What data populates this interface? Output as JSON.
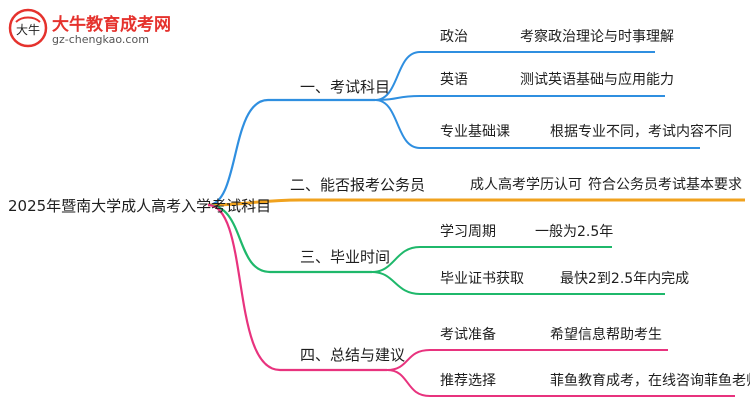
{
  "logo": {
    "name": "大牛教育成考网",
    "url": "gz-chengkao.com",
    "mark_text": "大牛"
  },
  "root": "2025年暨南大学成人高考入学考试科目",
  "branches": [
    {
      "label": "一、考试科目",
      "color": "#2f8fe0",
      "children": [
        {
          "label": "政治",
          "detail": "考察政治理论与时事理解"
        },
        {
          "label": "英语",
          "detail": "测试英语基础与应用能力"
        },
        {
          "label": "专业基础课",
          "detail": "根据专业不同，考试内容不同"
        }
      ]
    },
    {
      "label": "二、能否报考公务员",
      "color": "#f0a21e",
      "children": [
        {
          "label": "成人高考学历认可",
          "detail": "符合公务员考试基本要求"
        }
      ]
    },
    {
      "label": "三、毕业时间",
      "color": "#1fb86b",
      "children": [
        {
          "label": "学习周期",
          "detail": "一般为2.5年"
        },
        {
          "label": "毕业证书获取",
          "detail": "最快2到2.5年内完成"
        }
      ]
    },
    {
      "label": "四、总结与建议",
      "color": "#e8337e",
      "children": [
        {
          "label": "考试准备",
          "detail": "希望信息帮助考生"
        },
        {
          "label": "推荐选择",
          "detail": "菲鱼教育成考，在线咨询菲鱼老师"
        }
      ]
    }
  ]
}
